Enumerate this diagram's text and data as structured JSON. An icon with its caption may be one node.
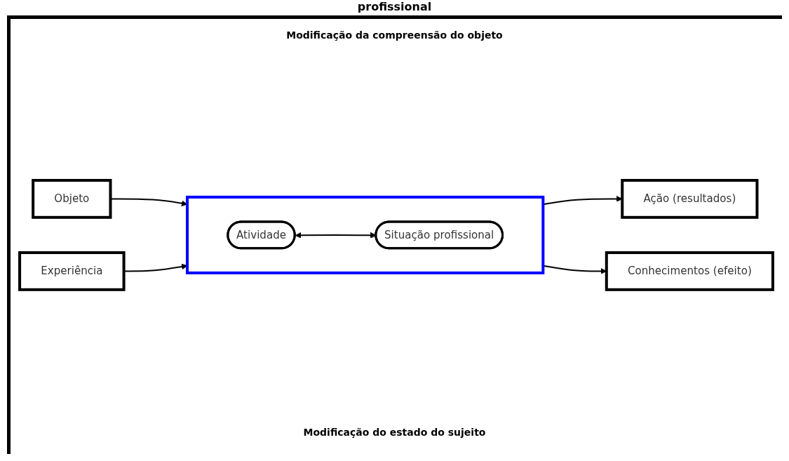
{
  "diagram": {
    "title": "profissional",
    "nodes": [
      {
        "text": [
          "Objeto"
        ]
      },
      {
        "text": [],
        "shape": "box"
      },
      {
        "text": [
          "Atividade"
        ],
        "in": 1
      },
      {
        "text": [
          "Situação profissional"
        ],
        "in": 1
      },
      {
        "text": [
          "Ação (resultados)"
        ]
      },
      {
        "text": [
          "Experiência"
        ]
      },
      {
        "text": [
          "Conhecimentos (efeito)"
        ]
      }
    ],
    "edges": [
      {
        "from": 0,
        "to": 1,
        "arrow": "to"
      },
      {
        "from": 2,
        "to": 3,
        "arrow": "both"
      },
      {
        "from": 1,
        "to": 4,
        "arrow": "to"
      },
      {
        "from": 5,
        "to": 1,
        "arrow": "to"
      },
      {
        "from": 1,
        "to": 6,
        "arrow": "to"
      }
    ],
    "labels": [
      "Modificação da compreensão do objeto",
      "Modificação do estado do sujeito"
    ]
  }
}
